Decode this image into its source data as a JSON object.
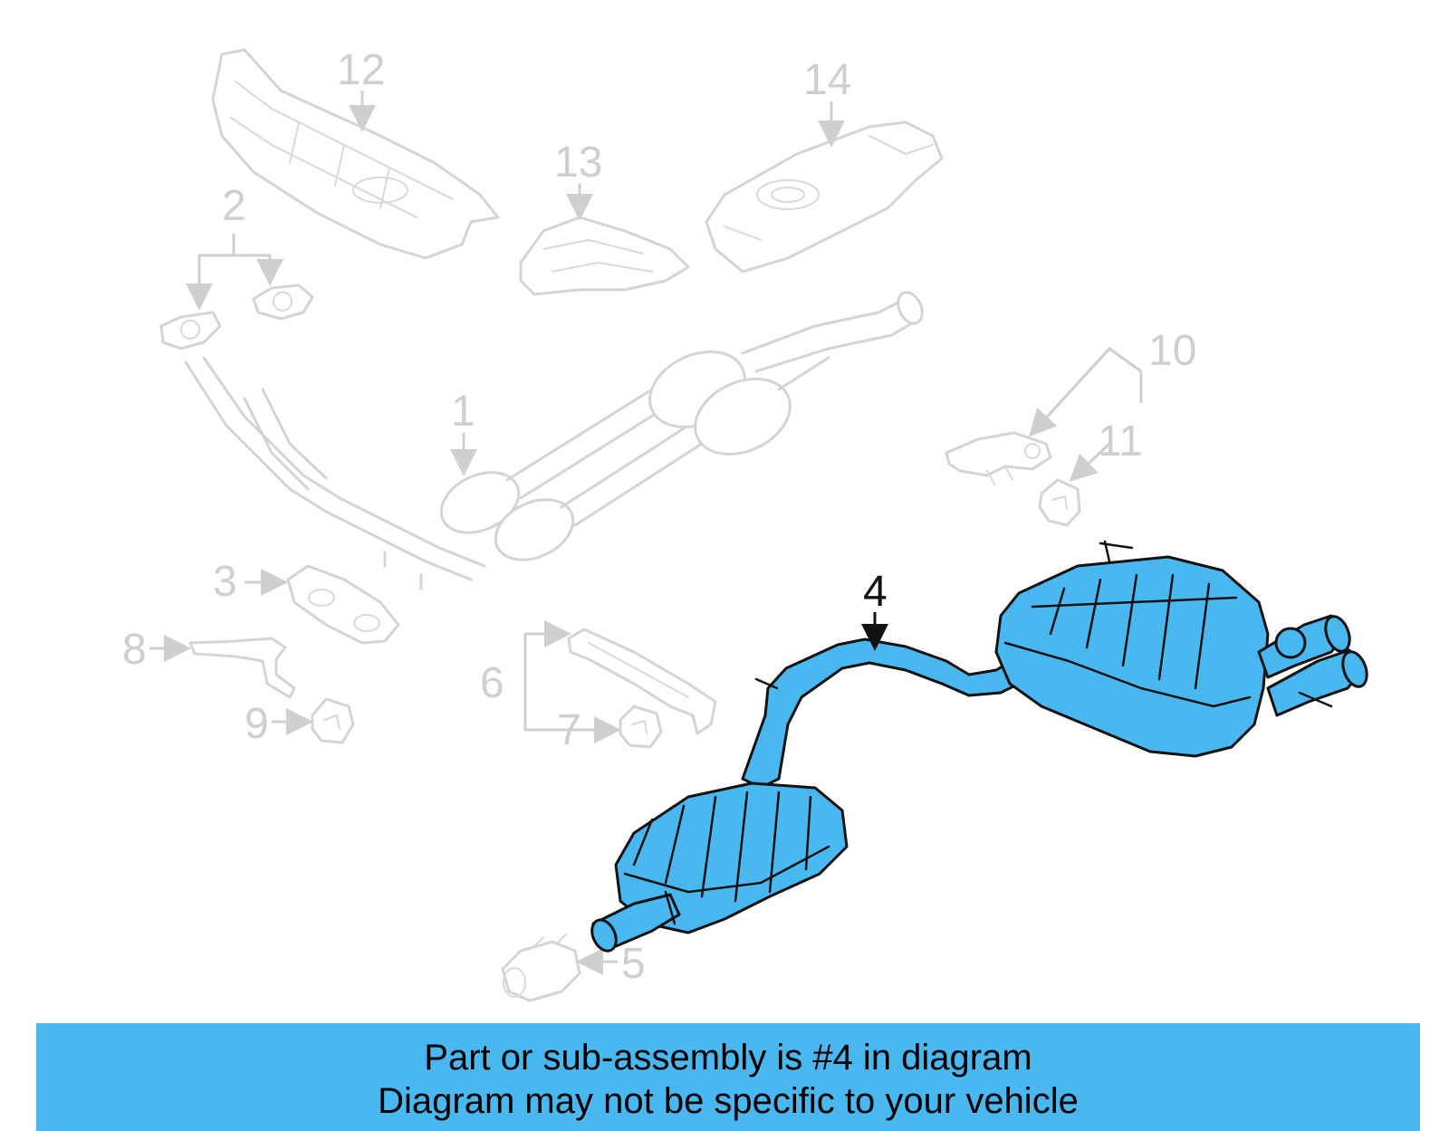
{
  "callouts": {
    "c1": "1",
    "c2": "2",
    "c3": "3",
    "c4": "4",
    "c5": "5",
    "c6": "6",
    "c7": "7",
    "c8": "8",
    "c9": "9",
    "c10": "10",
    "c11": "11",
    "c12": "12",
    "c13": "13",
    "c14": "14"
  },
  "highlighted_part": "4",
  "colors": {
    "highlight_fill": "#4ab8f0",
    "banner_bg": "#4ab8f0",
    "ghost_stroke": "#d4d4d4",
    "outline": "#111111"
  },
  "banner": {
    "line1": "Part or sub-assembly is #4 in diagram",
    "line2": "Diagram may not be specific to your vehicle"
  }
}
